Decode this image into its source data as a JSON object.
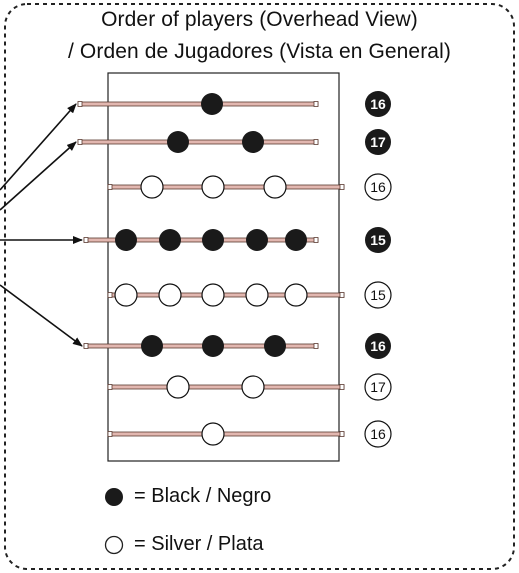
{
  "title": {
    "line1": "Order of players (Overhead View)",
    "line2": "/ Orden de Jugadores (Vista en General)"
  },
  "colors": {
    "black_player": "#1a1a1a",
    "silver_player": "#ffffff",
    "rod": "#e2b7b0",
    "rod_outline": "#5a3a30",
    "frame_border": "#222222"
  },
  "rows": [
    {
      "color": "black",
      "players": 1,
      "count_label": "16",
      "arrow": true
    },
    {
      "color": "black",
      "players": 2,
      "count_label": "17",
      "arrow": true
    },
    {
      "color": "silver",
      "players": 3,
      "count_label": "16",
      "arrow": false
    },
    {
      "color": "black",
      "players": 5,
      "count_label": "15",
      "arrow": true
    },
    {
      "color": "silver",
      "players": 5,
      "count_label": "15",
      "arrow": false
    },
    {
      "color": "black",
      "players": 3,
      "count_label": "16",
      "arrow": true
    },
    {
      "color": "silver",
      "players": 2,
      "count_label": "17",
      "arrow": false
    },
    {
      "color": "silver",
      "players": 1,
      "count_label": "16",
      "arrow": false
    }
  ],
  "legend": {
    "black_label": "= Black / Negro",
    "silver_label": "= Silver / Plata"
  }
}
